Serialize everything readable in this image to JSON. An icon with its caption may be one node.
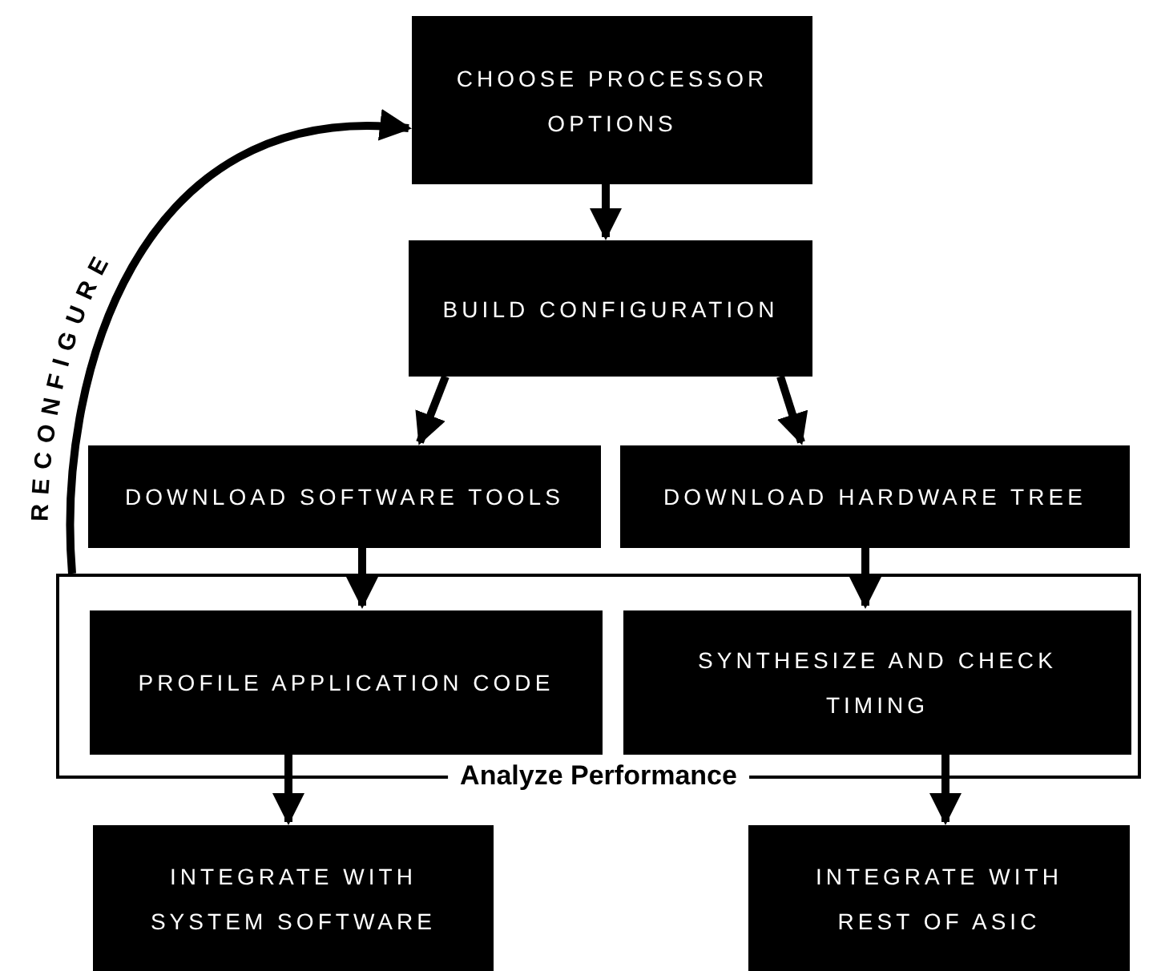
{
  "diagram": {
    "nodes": [
      {
        "text": [
          "CHOOSE PROCESSOR OPTIONS"
        ]
      },
      {
        "text": [
          "BUILD CONFIGURATION"
        ]
      },
      {
        "text": [
          "DOWNLOAD SOFTWARE TOOLS"
        ]
      },
      {
        "text": [
          "DOWNLOAD HARDWARE TREE"
        ]
      },
      {
        "text": [
          "Analyze Performance"
        ]
      },
      {
        "text": [
          "PROFILE APPLICATION CODE"
        ],
        "in": 4
      },
      {
        "text": [
          "SYNTHESIZE AND CHECK TIMING"
        ],
        "in": 4
      },
      {
        "text": [
          "INTEGRATE WITH SYSTEM SOFTWARE"
        ]
      },
      {
        "text": [
          "INTEGRATE WITH REST OF ASIC"
        ]
      }
    ],
    "edges": [
      {
        "from": 0,
        "to": 1,
        "arrow": "to"
      },
      {
        "from": 1,
        "to": 2,
        "arrow": "to"
      },
      {
        "from": 1,
        "to": 3,
        "arrow": "to"
      },
      {
        "from": 2,
        "to": 5,
        "arrow": "to"
      },
      {
        "from": 3,
        "to": 6,
        "arrow": "to"
      },
      {
        "from": 5,
        "to": 7,
        "arrow": "to"
      },
      {
        "from": 6,
        "to": 8,
        "arrow": "to"
      },
      {
        "from": 4,
        "to": 0,
        "arrow": "to",
        "label": "RECONFIGURE"
      }
    ]
  }
}
